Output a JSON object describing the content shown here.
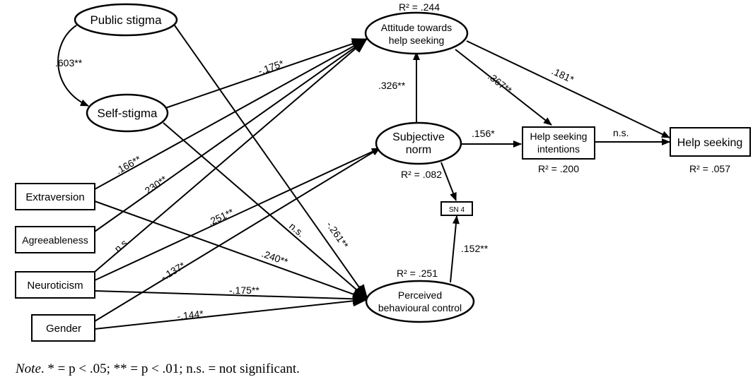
{
  "nodes": {
    "public_stigma": "Public stigma",
    "self_stigma": "Self-stigma",
    "attitude": [
      "Attitude towards",
      "help seeking"
    ],
    "subjective_norm": [
      "Subjective",
      "norm"
    ],
    "pbc": [
      "Perceived",
      "behavioural control"
    ],
    "intentions": [
      "Help seeking",
      "intentions"
    ],
    "help_seeking": "Help seeking",
    "sn4": "SN 4",
    "extraversion": "Extraversion",
    "agreeableness": "Agreeableness",
    "neuroticism": "Neuroticism",
    "gender": "Gender"
  },
  "r2": {
    "attitude": "R² = .244",
    "subjective_norm": "R² = .082",
    "pbc": "R² = .251",
    "intentions": "R² = .200",
    "help_seeking": "R² = .057"
  },
  "paths": {
    "public_self": ".603**",
    "self_attitude": "-.175*",
    "extra_attitude": ".166**",
    "agree_attitude": ".230**",
    "neuro_attitude": "n.s.",
    "neuro_sn": ".251**",
    "gender_sn": "-.137*",
    "sn_attitude": ".326**",
    "attitude_intentions": ".367**",
    "attitude_helpseeking": ".181*",
    "sn_intentions": ".156*",
    "intentions_helpseeking": "n.s.",
    "self_pbc": "n.s.",
    "public_pbc": "-.261**",
    "extra_pbc": ".240**",
    "neuro_pbc": "-.175**",
    "gender_pbc": "-.144*",
    "pbc_sn4": ".152**"
  },
  "note": {
    "prefix": "Note",
    "text": ". * = p < .05; ** = p < .01; n.s. = not significant."
  }
}
